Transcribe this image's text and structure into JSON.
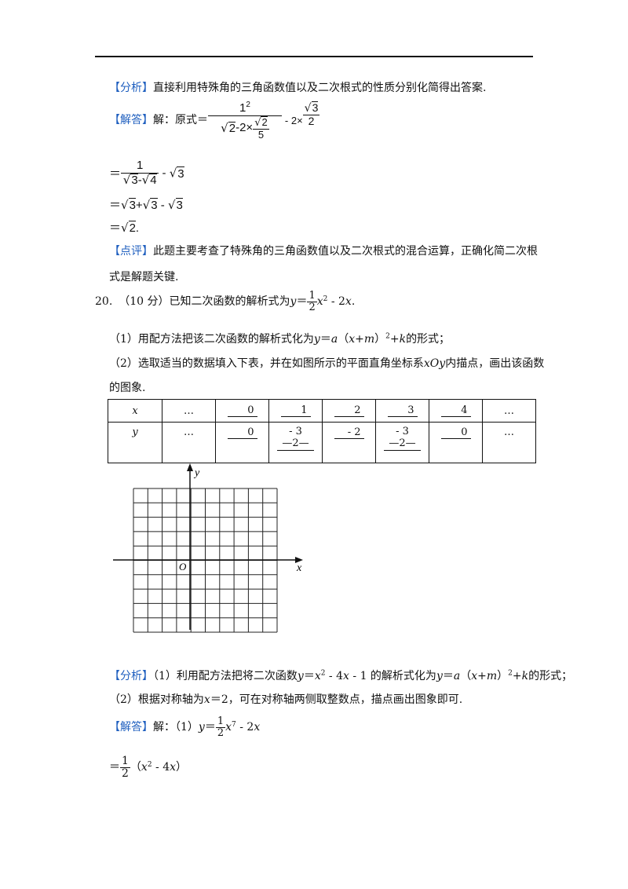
{
  "analysis_tag": "【分析】",
  "answer_tag": "【解答】",
  "comment_tag": "【点评】",
  "q19": {
    "analysis": "直接利用特殊角的三角函数值以及二次根式的性质分别化简得出答案.",
    "sol_prefix": "解：原式＝",
    "f1_num": "1",
    "f1_num_exp": "2",
    "f1_den_a": "2",
    "f1_den_mid": "-2×",
    "f1_den_inner_num": "2",
    "f1_den_inner_den": "5",
    "f1_tail": "- 2×",
    "f1_tail_num": "3",
    "f1_tail_den": "2",
    "line2_eq": "＝",
    "line2_num": "1",
    "line2_den_a": "3",
    "line2_den_mid": "-",
    "line2_den_b": "4",
    "line2_tail": " - ",
    "line2_tail_r": "3",
    "line3_eq": "＝",
    "line3_a": "3",
    "line3_mid": "+",
    "line3_b": "3",
    "line3_mid2": " - ",
    "line3_c": "3",
    "line4_eq": "＝",
    "line4_a": "2",
    "line4_end": ".",
    "comment_1": "此题主要考查了特殊角的三角函数值以及二次根式的混合运算，正确化简二次根",
    "comment_2": "式是解题关键."
  },
  "q20": {
    "number": "20.",
    "score": "（10 分）已知二次函数的解析式为",
    "formula_y": "y",
    "formula_eq": "＝",
    "formula_num": "1",
    "formula_den": "2",
    "formula_x": "x",
    "formula_exp": "2",
    "formula_tail": " - 2",
    "formula_tail_x": "x",
    "formula_end": ".",
    "p1_a": "（1）用配方法把该二次函数的解析式化为",
    "p1_b": "y",
    "p1_c": "＝",
    "p1_d": "a",
    "p1_e": "（",
    "p1_f": "x",
    "p1_g": "+",
    "p1_h": "m",
    "p1_i": "）",
    "p1_exp": "2",
    "p1_j": "+",
    "p1_k": "k",
    "p1_l": "的形式；",
    "p2_a": "（2）选取适当的数据填入下表，并在如图所示的平面直角坐标系",
    "p2_b": "xOy",
    "p2_c": "内描点，画出该函数",
    "p2_d": "的图象."
  },
  "table": {
    "x_label": "x",
    "y_label": "y",
    "x_values": [
      "…",
      "0",
      "1",
      "2",
      "3",
      "4",
      "…"
    ],
    "y_values": [
      "…",
      "0",
      "3/2",
      "- 2",
      "3/2",
      "0",
      "…"
    ],
    "neg_frac_sign": "-",
    "frac_num": "3",
    "frac_den": "2"
  },
  "grid": {
    "y_axis_label": "y",
    "x_axis_label": "x",
    "origin_label": "O"
  },
  "q20_solution": {
    "analysis_a": "（1）利用配方法把将二次函数",
    "analysis_b": "y",
    "analysis_c": "＝",
    "analysis_d": "x",
    "analysis_exp": "2",
    "analysis_e": " - 4",
    "analysis_f": "x",
    "analysis_g": " - 1 的解析式化为",
    "analysis_h": "y",
    "analysis_i": "＝",
    "analysis_j": "a",
    "analysis_k": "（",
    "analysis_l": "x",
    "analysis_m": "+",
    "analysis_n": "m",
    "analysis_o": "）",
    "analysis_exp2": "2",
    "analysis_p": "+",
    "analysis_q": "k",
    "analysis_r": "的形式；",
    "analysis2_a": "（2）根据对称轴为",
    "analysis2_b": "x",
    "analysis2_c": "＝2，可在对称轴两侧取整数点，描点画出图象即可.",
    "sol_a": "解：（1）",
    "sol_y": "y",
    "sol_eq": "＝",
    "sol_num": "1",
    "sol_den": "2",
    "sol_x": "x",
    "sol_exp": "7",
    "sol_tail": " - 2",
    "sol_tail_x": "x",
    "last_eq": "＝",
    "last_num": "1",
    "last_den": "2",
    "last_open": "（",
    "last_x": "x",
    "last_exp": "2",
    "last_mid": " - 4",
    "last_x2": "x",
    "last_close": "）"
  }
}
